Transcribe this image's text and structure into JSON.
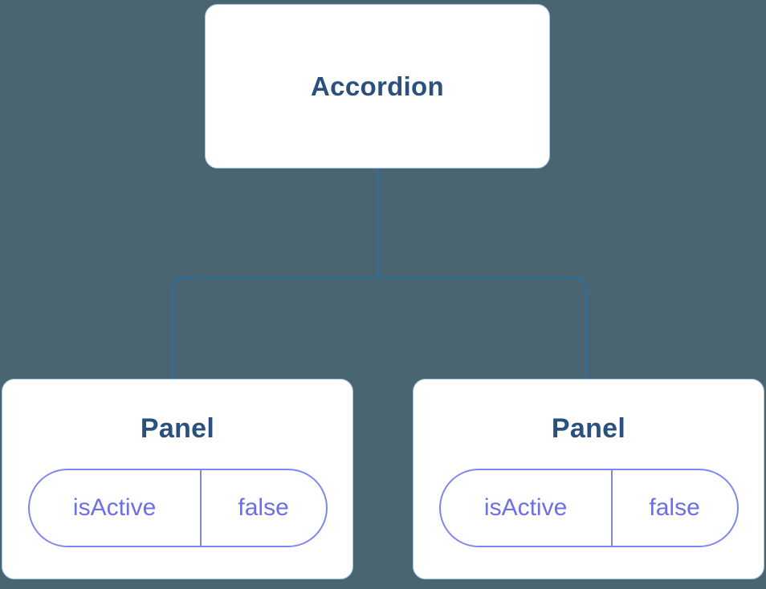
{
  "colors": {
    "background": "#4a6572",
    "connector": "#2e6f9e",
    "node_bg": "#ffffff",
    "node_border": "#a3c7e6",
    "node_text": "#2a517e",
    "state_text": "#6b6fe8",
    "state_border": "#8186ef"
  },
  "tree": {
    "root": {
      "label": "Accordion"
    },
    "children": [
      {
        "label": "Panel",
        "state": {
          "key": "isActive",
          "value": "false"
        }
      },
      {
        "label": "Panel",
        "state": {
          "key": "isActive",
          "value": "false"
        }
      }
    ]
  }
}
